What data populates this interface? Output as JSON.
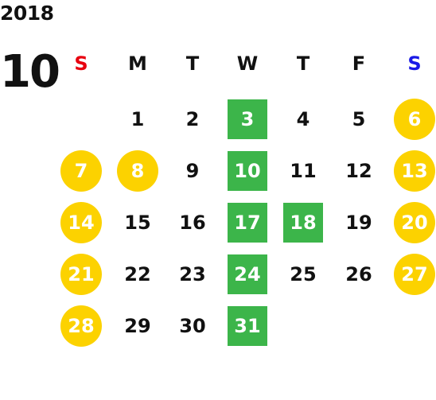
{
  "calendar": {
    "year": "2018",
    "month": "10",
    "weekdays": [
      {
        "label": "S",
        "color": "#e8000f"
      },
      {
        "label": "M",
        "color": "#111111"
      },
      {
        "label": "T",
        "color": "#111111"
      },
      {
        "label": "W",
        "color": "#111111"
      },
      {
        "label": "T",
        "color": "#111111"
      },
      {
        "label": "F",
        "color": "#111111"
      },
      {
        "label": "S",
        "color": "#1a1ae6"
      }
    ],
    "first_weekday_index": 1,
    "days": [
      {
        "day": "1",
        "status": "normal"
      },
      {
        "day": "2",
        "status": "normal"
      },
      {
        "day": "3",
        "status": "marked"
      },
      {
        "day": "4",
        "status": "normal"
      },
      {
        "day": "5",
        "status": "normal"
      },
      {
        "day": "6",
        "status": "holiday"
      },
      {
        "day": "7",
        "status": "holiday"
      },
      {
        "day": "8",
        "status": "holiday"
      },
      {
        "day": "9",
        "status": "normal"
      },
      {
        "day": "10",
        "status": "marked"
      },
      {
        "day": "11",
        "status": "normal"
      },
      {
        "day": "12",
        "status": "normal"
      },
      {
        "day": "13",
        "status": "holiday"
      },
      {
        "day": "14",
        "status": "holiday"
      },
      {
        "day": "15",
        "status": "normal"
      },
      {
        "day": "16",
        "status": "normal"
      },
      {
        "day": "17",
        "status": "marked"
      },
      {
        "day": "18",
        "status": "marked"
      },
      {
        "day": "19",
        "status": "normal"
      },
      {
        "day": "20",
        "status": "holiday"
      },
      {
        "day": "21",
        "status": "holiday"
      },
      {
        "day": "22",
        "status": "normal"
      },
      {
        "day": "23",
        "status": "normal"
      },
      {
        "day": "24",
        "status": "marked"
      },
      {
        "day": "25",
        "status": "normal"
      },
      {
        "day": "26",
        "status": "normal"
      },
      {
        "day": "27",
        "status": "holiday"
      },
      {
        "day": "28",
        "status": "holiday"
      },
      {
        "day": "29",
        "status": "normal"
      },
      {
        "day": "30",
        "status": "normal"
      },
      {
        "day": "31",
        "status": "marked"
      }
    ]
  },
  "colors": {
    "holiday": "#fcd200",
    "marked": "#3cb54a"
  }
}
